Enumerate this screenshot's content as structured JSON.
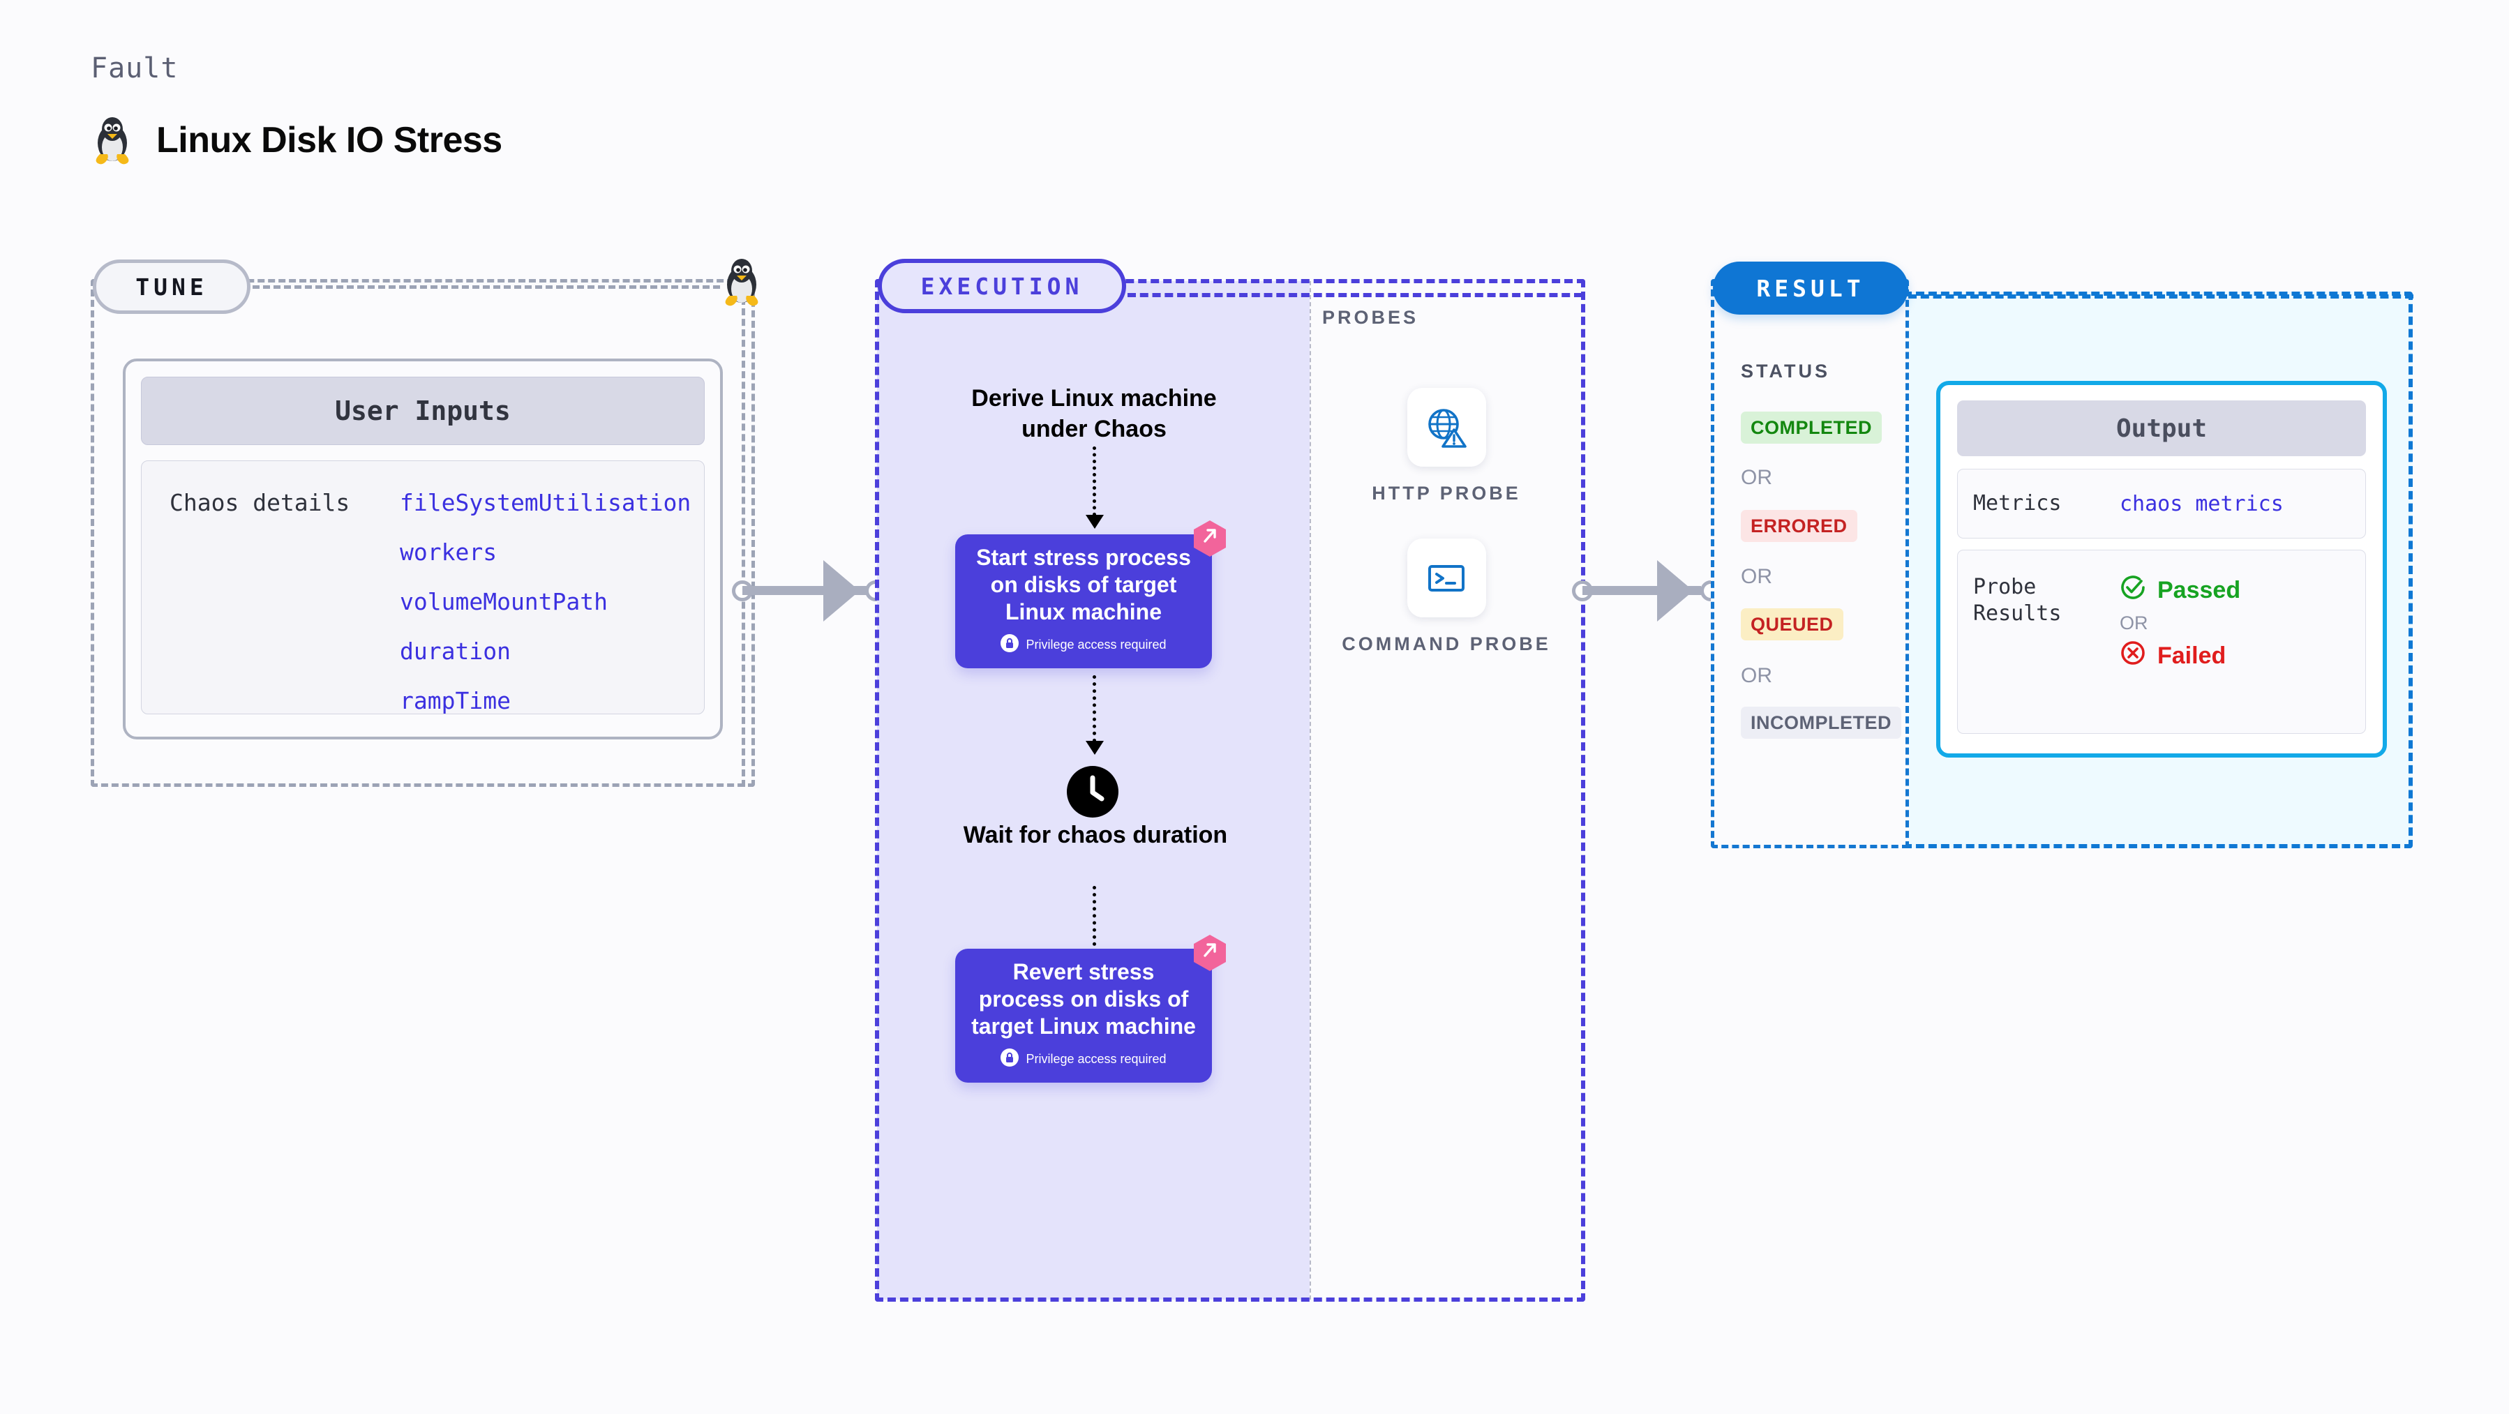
{
  "header": {
    "fault_label": "Fault",
    "title": "Linux Disk IO Stress",
    "icon": "linux-penguin-icon"
  },
  "tune": {
    "pill_label": "TUNE",
    "card_title": "User Inputs",
    "details_label": "Chaos details",
    "params": [
      "fileSystemUtilisation",
      "workers",
      "volumeMountPath",
      "duration",
      "rampTime"
    ]
  },
  "execution": {
    "pill_label": "EXECUTION",
    "derive_text": "Derive Linux machine under Chaos",
    "start_node": {
      "title": "Start stress process on disks of target Linux machine",
      "privilege_note": "Privilege access required"
    },
    "wait_text": "Wait for chaos duration",
    "revert_node": {
      "title": "Revert stress process on disks of target Linux machine",
      "privilege_note": "Privilege access required"
    }
  },
  "probes": {
    "section_label": "PROBES",
    "items": [
      {
        "caption": "HTTP PROBE",
        "icon": "globe-warning-icon"
      },
      {
        "caption": "COMMAND PROBE",
        "icon": "terminal-icon"
      }
    ]
  },
  "result": {
    "pill_label": "RESULT",
    "status_label": "STATUS",
    "or_label": "OR",
    "statuses": [
      {
        "label": "COMPLETED",
        "color": "#13870f",
        "bg": "#d9f2d8"
      },
      {
        "label": "ERRORED",
        "color": "#c42222",
        "bg": "#fce5e5"
      },
      {
        "label": "QUEUED",
        "color": "#c42222",
        "bg": "#fbeec4"
      },
      {
        "label": "INCOMPLETED",
        "color": "#5d6275",
        "bg": "#edeef5"
      }
    ],
    "output": {
      "title": "Output",
      "metrics_key": "Metrics",
      "metrics_value": "chaos metrics",
      "probe_results_key": "Probe Results",
      "passed_label": "Passed",
      "failed_label": "Failed",
      "or_label": "OR"
    }
  },
  "colors": {
    "accent_purple": "#4b3fdb",
    "accent_blue": "#0f76d4",
    "accent_cyan": "#12a9e8",
    "litmus_pink": "#f2649b",
    "connector_gray": "#a9aebf"
  }
}
